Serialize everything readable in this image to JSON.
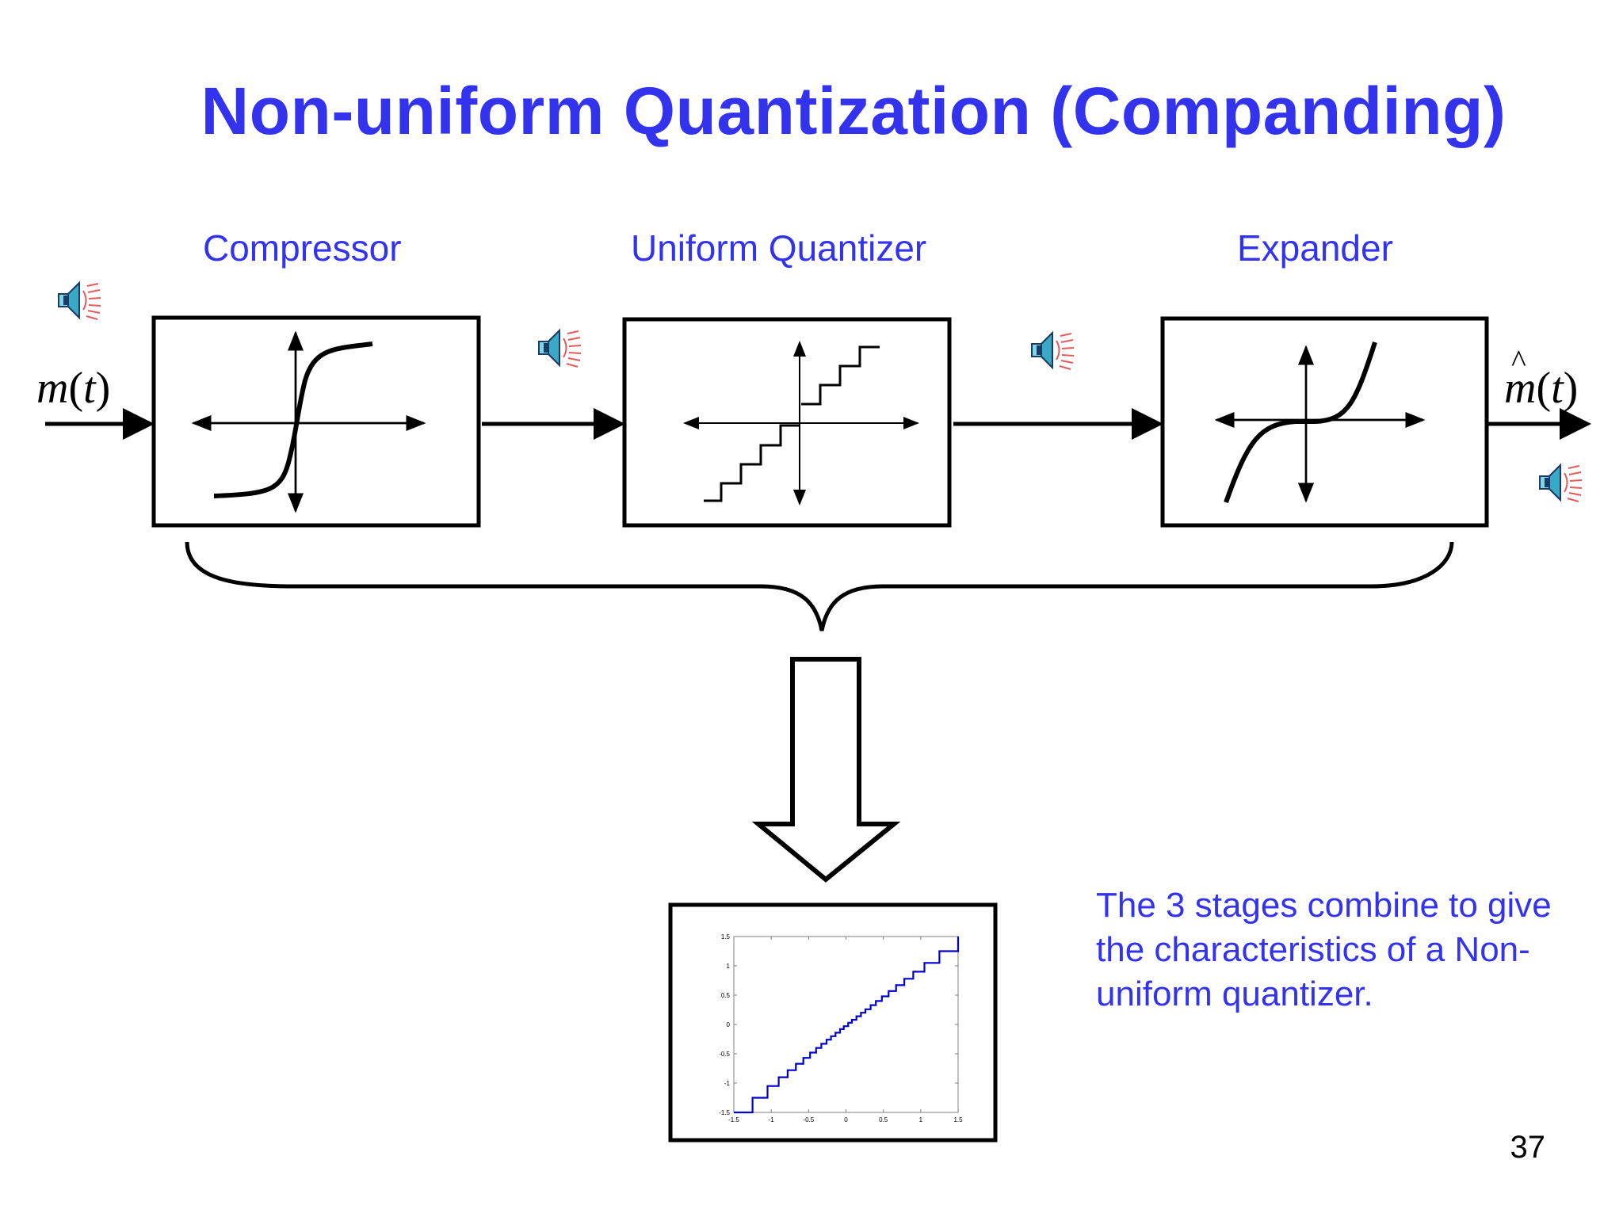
{
  "slide": {
    "title": "Non-uniform Quantization (Companding)",
    "page_number": "37"
  },
  "stages": {
    "compressor_label": "Compressor",
    "quantizer_label": "Uniform Quantizer",
    "expander_label": "Expander"
  },
  "signals": {
    "input_name": "m",
    "input_arg": "t",
    "output_name": "m",
    "output_arg": "t"
  },
  "caption": "The 3 stages combine to give the characteristics of a Non-uniform quantizer.",
  "icons": [
    "speaker-icon",
    "speaker-icon",
    "speaker-icon",
    "speaker-icon"
  ],
  "colors": {
    "accent": "#3333ee",
    "plot_line": "#0000cc"
  },
  "chart_data": {
    "type": "line",
    "title": "",
    "xlabel": "",
    "ylabel": "",
    "xlim": [
      -1.5,
      1.5
    ],
    "ylim": [
      -1.5,
      1.5
    ],
    "x_ticks": [
      "-1.5",
      "-1",
      "-0.5",
      "0",
      "0.5",
      "1",
      "1.5"
    ],
    "y_ticks": [
      "1.5",
      "1",
      "0.5",
      "0",
      "-0.5",
      "-1",
      "-1.5"
    ],
    "grid": false,
    "series": [
      {
        "x": [
          -1.5,
          -1.25,
          -1.25,
          -1.05,
          -1.05,
          -0.9,
          -0.9,
          -0.78,
          -0.78,
          -0.67,
          -0.67,
          -0.57,
          -0.57,
          -0.48,
          -0.48,
          -0.4,
          -0.4,
          -0.33,
          -0.33,
          -0.26,
          -0.26,
          -0.2,
          -0.2,
          -0.14,
          -0.14,
          -0.08,
          -0.08,
          -0.03,
          -0.03,
          0.03,
          0.03,
          0.08,
          0.08,
          0.14,
          0.14,
          0.2,
          0.2,
          0.26,
          0.26,
          0.33,
          0.33,
          0.4,
          0.4,
          0.48,
          0.48,
          0.57,
          0.57,
          0.67,
          0.67,
          0.78,
          0.78,
          0.9,
          0.9,
          1.05,
          1.05,
          1.25,
          1.25,
          1.5,
          1.5
        ],
        "y": [
          -1.5,
          -1.5,
          -1.25,
          -1.25,
          -1.05,
          -1.05,
          -0.9,
          -0.9,
          -0.78,
          -0.78,
          -0.67,
          -0.67,
          -0.57,
          -0.57,
          -0.48,
          -0.48,
          -0.4,
          -0.4,
          -0.33,
          -0.33,
          -0.26,
          -0.26,
          -0.2,
          -0.2,
          -0.14,
          -0.14,
          -0.08,
          -0.08,
          -0.03,
          -0.03,
          0.03,
          0.03,
          0.08,
          0.08,
          0.14,
          0.14,
          0.2,
          0.2,
          0.26,
          0.26,
          0.33,
          0.33,
          0.4,
          0.4,
          0.48,
          0.48,
          0.57,
          0.57,
          0.67,
          0.67,
          0.78,
          0.78,
          0.9,
          0.9,
          1.05,
          1.05,
          1.25,
          1.25,
          1.5
        ]
      }
    ]
  }
}
